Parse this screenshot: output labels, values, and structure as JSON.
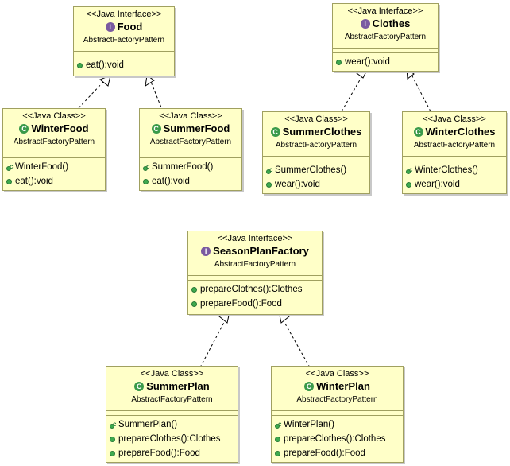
{
  "classes": {
    "food": {
      "stereotype": "<<Java Interface>>",
      "name": "Food",
      "package": "AbstractFactoryPattern",
      "ops": [
        "eat():void"
      ]
    },
    "clothes": {
      "stereotype": "<<Java Interface>>",
      "name": "Clothes",
      "package": "AbstractFactoryPattern",
      "ops": [
        "wear():void"
      ]
    },
    "winterfood": {
      "stereotype": "<<Java Class>>",
      "name": "WinterFood",
      "package": "AbstractFactoryPattern",
      "ctor": "WinterFood()",
      "ops": [
        "eat():void"
      ]
    },
    "summerfood": {
      "stereotype": "<<Java Class>>",
      "name": "SummerFood",
      "package": "AbstractFactoryPattern",
      "ctor": "SummerFood()",
      "ops": [
        "eat():void"
      ]
    },
    "summerclothes": {
      "stereotype": "<<Java Class>>",
      "name": "SummerClothes",
      "package": "AbstractFactoryPattern",
      "ctor": "SummerClothes()",
      "ops": [
        "wear():void"
      ]
    },
    "winterclothes": {
      "stereotype": "<<Java Class>>",
      "name": "WinterClothes",
      "package": "AbstractFactoryPattern",
      "ctor": "WinterClothes()",
      "ops": [
        "wear():void"
      ]
    },
    "seasonplanfactory": {
      "stereotype": "<<Java Interface>>",
      "name": "SeasonPlanFactory",
      "package": "AbstractFactoryPattern",
      "ops": [
        "prepareClothes():Clothes",
        "prepareFood():Food"
      ]
    },
    "summerplan": {
      "stereotype": "<<Java Class>>",
      "name": "SummerPlan",
      "package": "AbstractFactoryPattern",
      "ctor": "SummerPlan()",
      "ops": [
        "prepareClothes():Clothes",
        "prepareFood():Food"
      ]
    },
    "winterplan": {
      "stereotype": "<<Java Class>>",
      "name": "WinterPlan",
      "package": "AbstractFactoryPattern",
      "ctor": "WinterPlan()",
      "ops": [
        "prepareClothes():Clothes",
        "prepareFood():Food"
      ]
    }
  },
  "colors": {
    "box_fill": "#ffffc8",
    "box_border": "#a0a060",
    "interface_badge": "#7a5aa0",
    "class_badge": "#3a9a4a"
  }
}
